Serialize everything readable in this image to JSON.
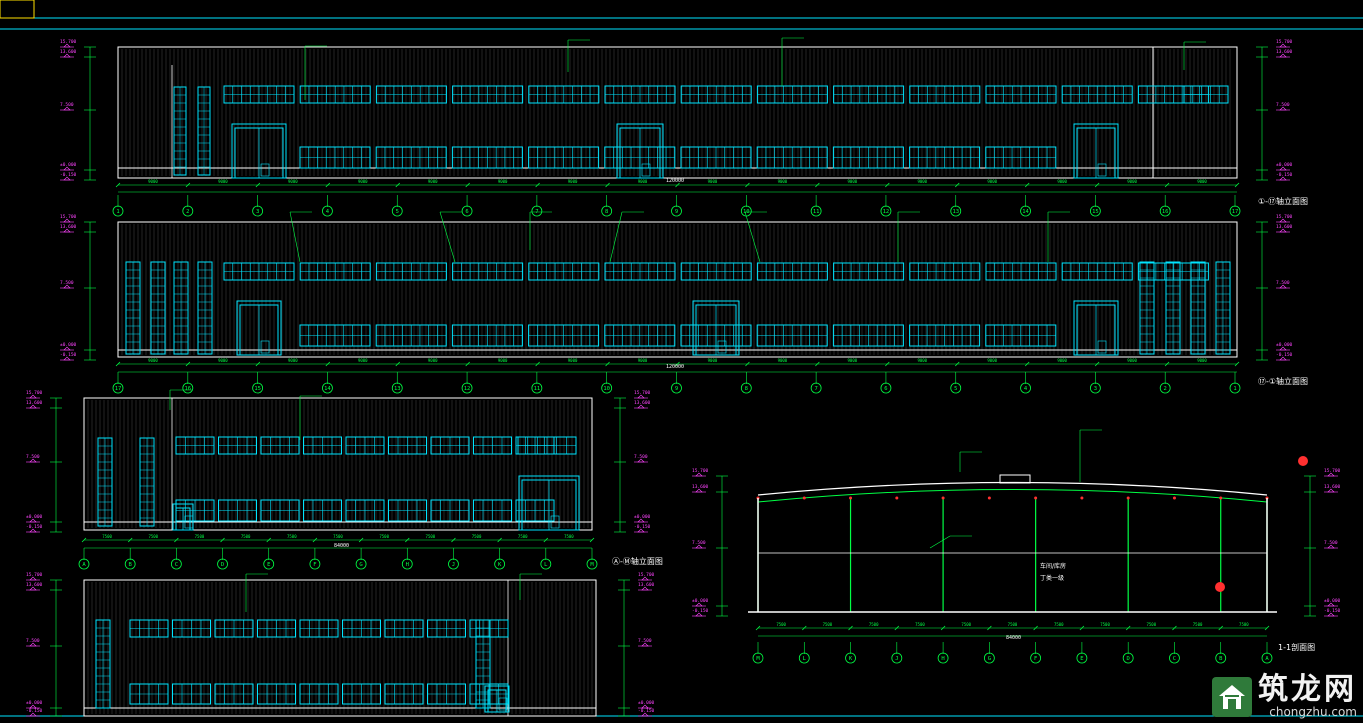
{
  "colors": {
    "background": "#000000",
    "outline": "#ffffff",
    "window": "#00e5ff",
    "dimension": "#00ff44",
    "annotation": "#ff44ff",
    "highlight": "#ff3030",
    "ribs": "#9a9a9a"
  },
  "drawings": {
    "elev_a": {
      "title": "①-⑰轴立面图",
      "total": "120000",
      "axes": [
        "1",
        "2",
        "3",
        "4",
        "5",
        "6",
        "7",
        "8",
        "9",
        "10",
        "11",
        "12",
        "13",
        "14",
        "15",
        "16",
        "17"
      ],
      "spacing": "9000",
      "levels": [
        "15.700",
        "13.600",
        "7.500",
        "±0.000",
        "-0.150"
      ]
    },
    "elev_b": {
      "title": "⑰-①轴立面图",
      "total": "120000",
      "axes": [
        "17",
        "16",
        "15",
        "14",
        "13",
        "12",
        "11",
        "10",
        "9",
        "8",
        "7",
        "6",
        "5",
        "4",
        "3",
        "2",
        "1"
      ],
      "spacing": "9000",
      "levels": [
        "15.700",
        "13.600",
        "7.500",
        "±0.000",
        "-0.150"
      ]
    },
    "elev_c": {
      "title": "Ⓐ-Ⓜ轴立面图",
      "total": "84000",
      "axes": [
        "A",
        "B",
        "C",
        "D",
        "E",
        "F",
        "G",
        "H",
        "J",
        "K",
        "L",
        "M"
      ],
      "spacing": "7500",
      "levels": [
        "15.700",
        "13.600",
        "7.500",
        "±0.000",
        "-0.150"
      ]
    },
    "elev_d": {
      "title": "Ⓜ-Ⓐ轴立面图",
      "levels": [
        "15.700",
        "13.600",
        "7.500",
        "±0.000",
        "-0.150"
      ]
    },
    "section": {
      "title": "1-1剖面图",
      "total": "84000",
      "axes": [
        "M",
        "L",
        "K",
        "J",
        "H",
        "G",
        "F",
        "E",
        "D",
        "C",
        "B",
        "A"
      ],
      "spacing": "7500",
      "note_line1": "车间/库房",
      "note_line2": "丁类一级",
      "levels": [
        "15.700",
        "13.600",
        "7.500",
        "±0.000",
        "-0.150"
      ]
    }
  },
  "watermark": {
    "cn": "筑龙网",
    "en": "chongzhu.com"
  }
}
